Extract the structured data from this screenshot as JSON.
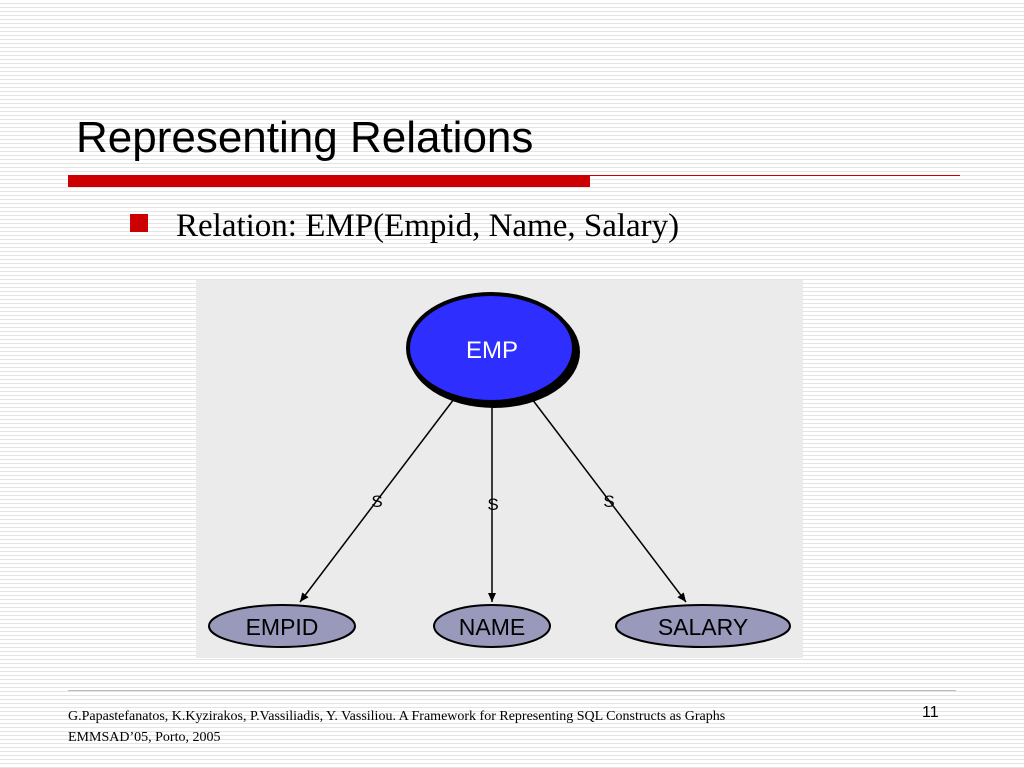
{
  "slide": {
    "title": "Representing Relations",
    "bullet": "Relation: EMP(Empid, Name, Salary)",
    "colors": {
      "accent_red": "#cc0000",
      "bullet_red": "#cc0000",
      "root_node_fill": "#2e2eff",
      "attribute_node_fill": "#9999bb",
      "diagram_background": "#ebebeb"
    }
  },
  "diagram": {
    "root": {
      "label": "EMP"
    },
    "children": [
      {
        "label": "EMPID",
        "edge_label": "S"
      },
      {
        "label": "NAME",
        "edge_label": "S"
      },
      {
        "label": "SALARY",
        "edge_label": "S"
      }
    ]
  },
  "footer": {
    "citation_line1": "G.Papastefanatos, K.Kyzirakos, P.Vassiliadis, Y. Vassiliou. A Framework for Representing SQL Constructs as Graphs",
    "citation_line2": "EMMSAD’05, Porto, 2005",
    "page_number": "11"
  }
}
